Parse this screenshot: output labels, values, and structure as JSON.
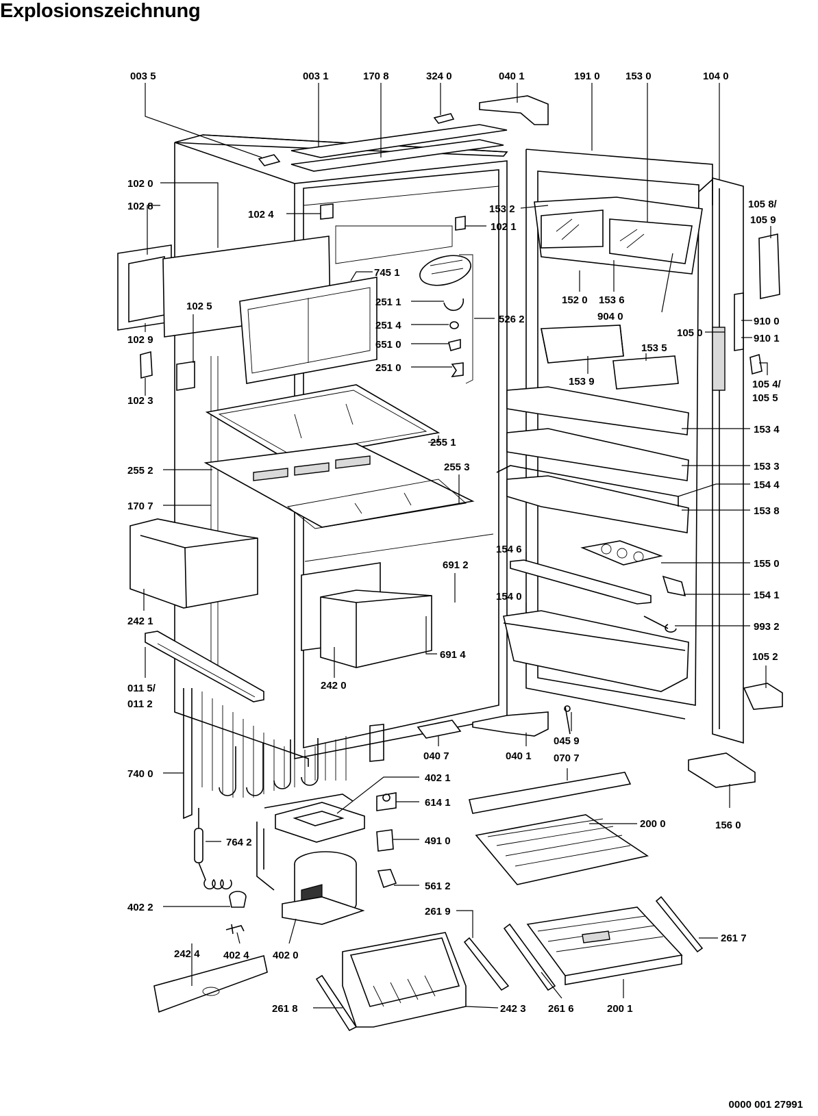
{
  "title": "Explosionszeichnung",
  "document_number": "0000 001 27991",
  "labels": [
    "003 5",
    "003 1",
    "170 8",
    "324 0",
    "040 1",
    "191 0",
    "153 0",
    "104 0",
    "102 0",
    "102 8",
    "102 4",
    "102 1",
    "153 2",
    "105 8/",
    "105 9",
    "745  1",
    "102 5",
    "251 1",
    "251 4",
    "526 2",
    "651 0",
    "251 0",
    "152 0",
    "153 6",
    "904 0",
    "105 0",
    "910 0",
    "910 1",
    "153 5",
    "102 9",
    "102 3",
    "153 9",
    "105 4/",
    "105 5",
    "255 1",
    "153 4",
    "255 2",
    "255 3",
    "153 3",
    "154 4",
    "170 7",
    "153 8",
    "154 6",
    "155 0",
    "691 2",
    "154 0",
    "154 1",
    "242 1",
    "993 2",
    "691 4",
    "105 2",
    "011 5/",
    "242 0",
    "011 2",
    "045 9",
    "040 7",
    "040 1",
    "070 7",
    "740 0",
    "402 1",
    "614 1",
    "156 0",
    "764 2",
    "200 0",
    "491 0",
    "561 2",
    "402 2",
    "261 9",
    "261 7",
    "242 4",
    "402 4",
    "402 0",
    "261 8",
    "242 3",
    "261 6",
    "200 1"
  ]
}
